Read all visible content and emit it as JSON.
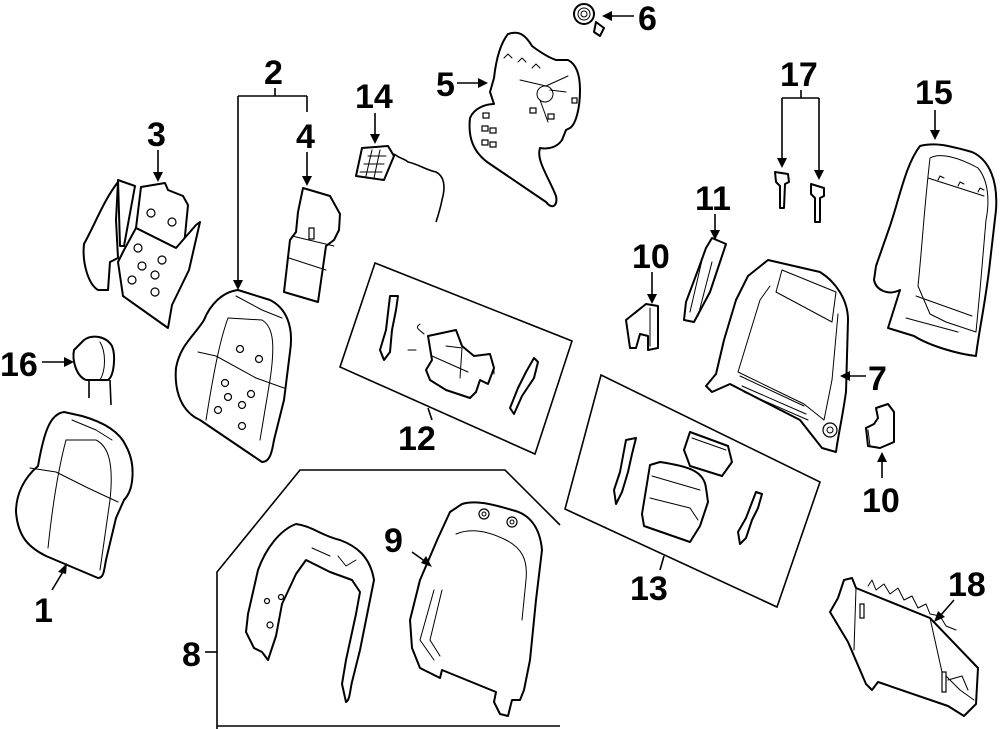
{
  "diagram": {
    "type": "exploded parts diagram",
    "subject": "Seat back components",
    "colors": {
      "line": "#000000",
      "background": "#ffffff"
    },
    "callouts": [
      {
        "id": "c1",
        "label": "1",
        "part": "seat back cover / pad (outer)"
      },
      {
        "id": "c2",
        "label": "2",
        "part": "seat back pad assembly (group for 2 and 4)"
      },
      {
        "id": "c3",
        "label": "3",
        "part": "heater element / pad insert"
      },
      {
        "id": "c4",
        "label": "4",
        "part": "pad insert"
      },
      {
        "id": "c5",
        "label": "5",
        "part": "lumbar support"
      },
      {
        "id": "c6",
        "label": "6",
        "part": "motor / actuator"
      },
      {
        "id": "c7",
        "label": "7",
        "part": "seat back frame"
      },
      {
        "id": "c8",
        "label": "8",
        "part": "back panel kit (group)"
      },
      {
        "id": "c9",
        "label": "9",
        "part": "back panel"
      },
      {
        "id": "c10a",
        "label": "10",
        "part": "bracket"
      },
      {
        "id": "c10b",
        "label": "10",
        "part": "bracket"
      },
      {
        "id": "c11",
        "label": "11",
        "part": "side trim"
      },
      {
        "id": "c12",
        "label": "12",
        "part": "lumbar kit (boxed group)"
      },
      {
        "id": "c13",
        "label": "13",
        "part": "module kit (boxed group)"
      },
      {
        "id": "c14",
        "label": "14",
        "part": "heater / sensor with harness"
      },
      {
        "id": "c15",
        "label": "15",
        "part": "seat back panel shell"
      },
      {
        "id": "c16",
        "label": "16",
        "part": "headrest"
      },
      {
        "id": "c17",
        "label": "17",
        "part": "headrest guides (pair)"
      },
      {
        "id": "c18",
        "label": "18",
        "part": "control module"
      }
    ]
  }
}
